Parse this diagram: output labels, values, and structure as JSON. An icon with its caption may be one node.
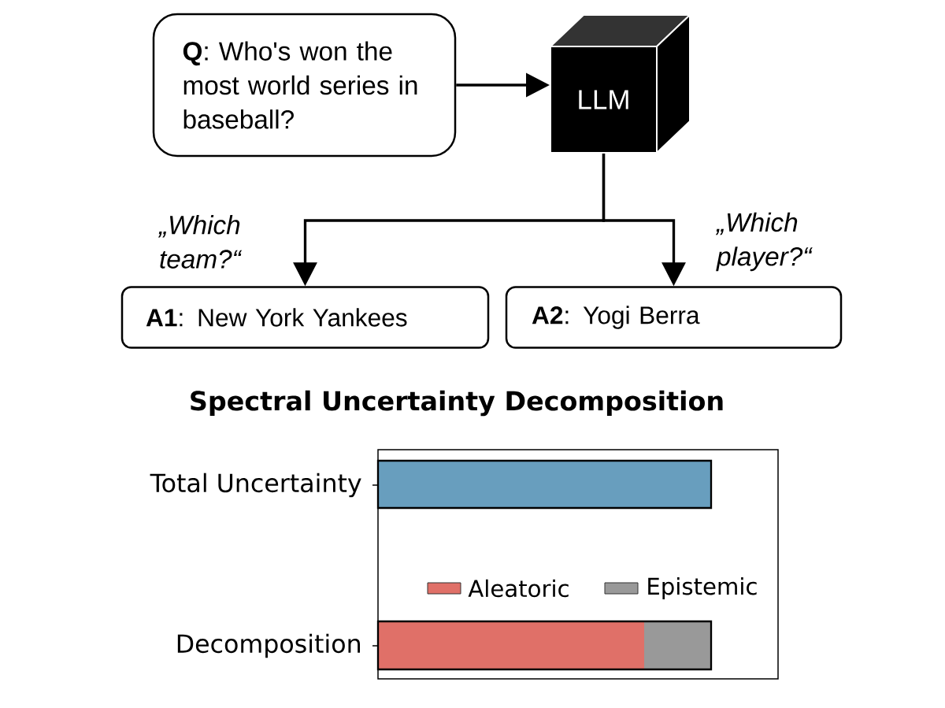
{
  "diagram": {
    "nodes": [
      {
        "text": [
          "**Q**: Who's won the most world series in baseball?"
        ]
      },
      {
        "text": [
          "LLM"
        ]
      },
      {
        "text": [
          "**A1**: New York Yankees"
        ]
      },
      {
        "text": [
          "**A2**: Yogi Berra"
        ]
      }
    ],
    "edges": [
      {
        "from": 0,
        "to": 1,
        "arrow": "to"
      },
      {
        "from": 1,
        "to": 2,
        "arrow": "to",
        "label": "„Which team?“"
      },
      {
        "from": 1,
        "to": 3,
        "arrow": "to",
        "label": "„Which player?“"
      }
    ],
    "labels": [
      "Spectral Uncertainty Decomposition",
      "Total Uncertainty",
      "Decomposition"
    ],
    "legend": [
      {
        "text": "Aleatoric",
        "color": "#e07068"
      },
      {
        "text": "Epistemic",
        "color": "#999999"
      }
    ]
  }
}
